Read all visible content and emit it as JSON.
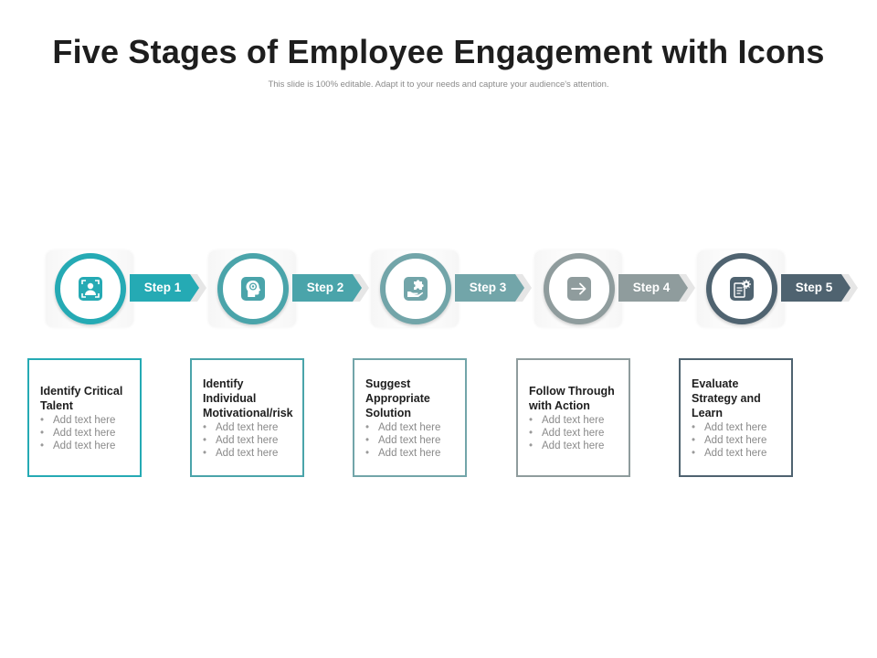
{
  "title": "Five Stages of Employee Engagement with Icons",
  "subtitle": "This slide is 100% editable. Adapt it to your needs and capture your audience's attention.",
  "stages": [
    {
      "step": "Step 1",
      "heading": "Identify Critical Talent",
      "bullets": [
        "Add text here",
        "Add text here",
        "Add text here"
      ],
      "color": "#25aab4",
      "icon": "person-scan-icon"
    },
    {
      "step": "Step 2",
      "heading": "Identify Individual Motivational/risk",
      "bullets": [
        "Add text here",
        "Add text here",
        "Add text here"
      ],
      "color": "#4aa4aa",
      "icon": "head-target-icon"
    },
    {
      "step": "Step 3",
      "heading": "Suggest Appropriate Solution",
      "bullets": [
        "Add text here",
        "Add text here",
        "Add text here"
      ],
      "color": "#72a5a9",
      "icon": "hand-puzzle-icon"
    },
    {
      "step": "Step 4",
      "heading": "Follow Through with Action",
      "bullets": [
        "Add text here",
        "Add text here",
        "Add text here"
      ],
      "color": "#8f9c9d",
      "icon": "arrow-right-icon"
    },
    {
      "step": "Step 5",
      "heading": "Evaluate Strategy and Learn",
      "bullets": [
        "Add text here",
        "Add text here",
        "Add text here"
      ],
      "color": "#4f6370",
      "icon": "document-gear-icon"
    }
  ]
}
